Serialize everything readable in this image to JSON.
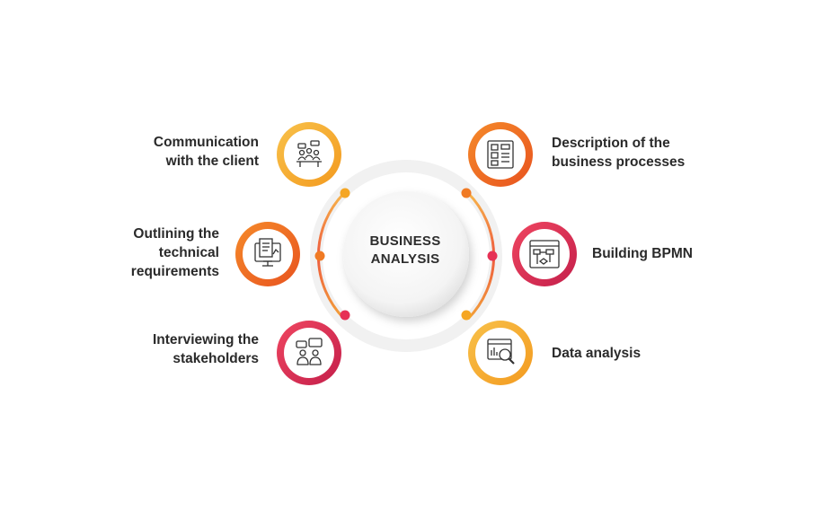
{
  "center": {
    "title_line1": "BUSINESS",
    "title_line2": "ANALYSIS"
  },
  "nodes": [
    {
      "side": "left",
      "lines": [
        "Communication",
        "with the client"
      ],
      "icon": "meeting-icon",
      "color": "#f5a623"
    },
    {
      "side": "left",
      "lines": [
        "Outlining the",
        "technical",
        "requirements"
      ],
      "icon": "document-icon",
      "color": "#f07a24"
    },
    {
      "side": "left",
      "lines": [
        "Interviewing the",
        "stakeholders"
      ],
      "icon": "interview-icon",
      "color": "#e63155"
    },
    {
      "side": "right",
      "lines": [
        "Description of the",
        "business processes"
      ],
      "icon": "process-board-icon",
      "color": "#f26a22"
    },
    {
      "side": "right",
      "lines": [
        "Building BPMN"
      ],
      "icon": "bpmn-diagram-icon",
      "color": "#e42b55"
    },
    {
      "side": "right",
      "lines": [
        "Data analysis"
      ],
      "icon": "data-analysis-icon",
      "color": "#f5a623"
    }
  ]
}
